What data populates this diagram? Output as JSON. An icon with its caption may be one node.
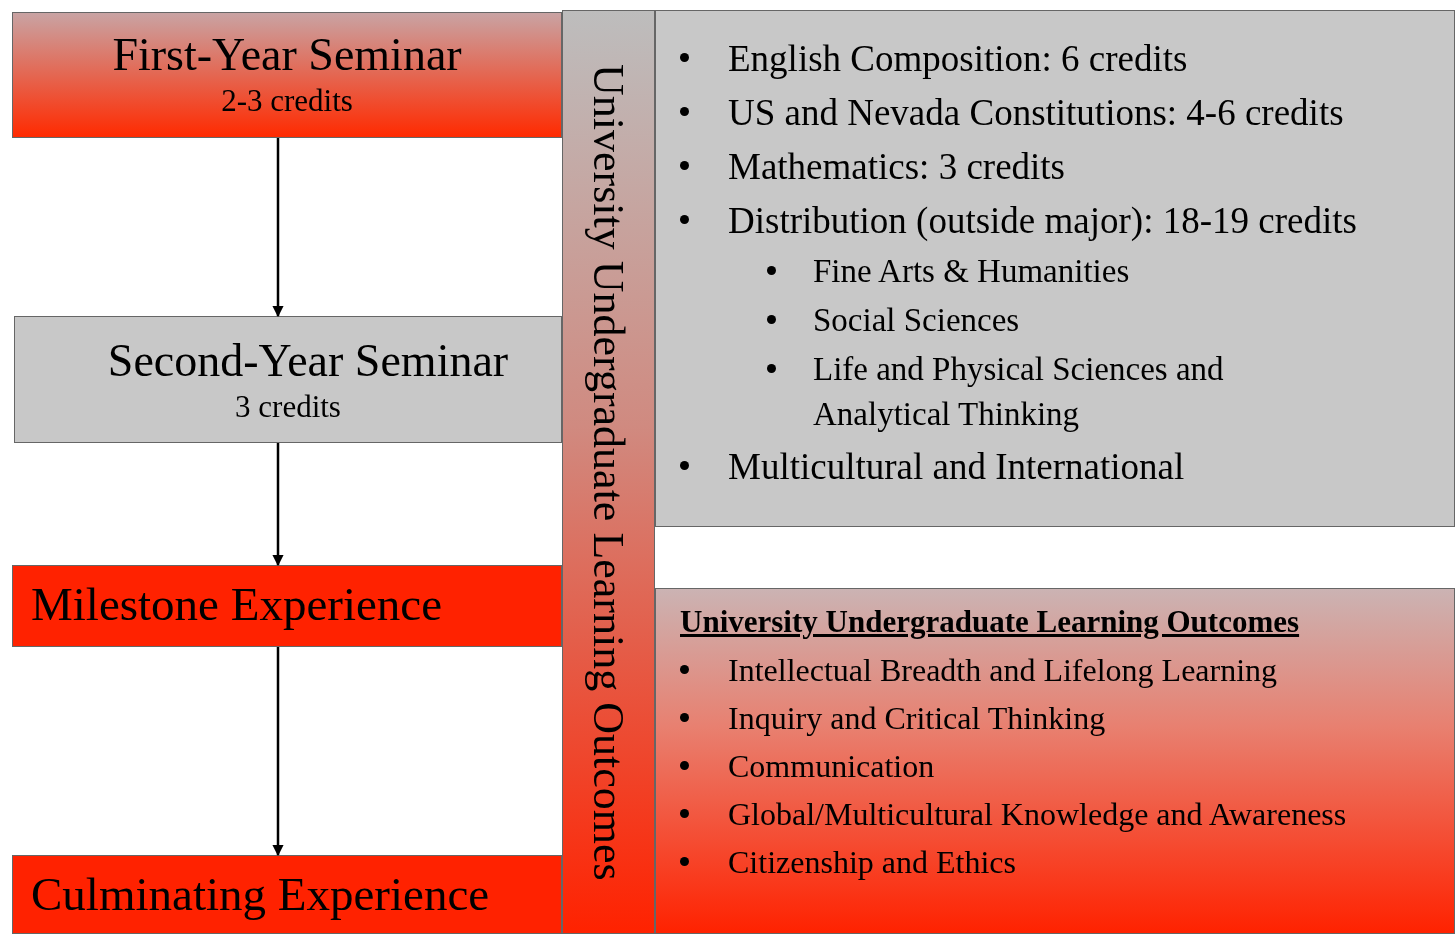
{
  "diagram": {
    "nodes": [
      {
        "text": [
          "First-Year Seminar",
          "2-3 credits"
        ]
      },
      {
        "text": [
          "Second-Year Seminar",
          "3 credits"
        ]
      },
      {
        "text": [
          "Milestone Experience"
        ]
      },
      {
        "text": [
          "Culminating Experience"
        ]
      },
      {
        "text": [
          "University Undergraduate Learning Outcomes"
        ]
      },
      {
        "text": [
          "English Composition: 6 credits",
          "US and Nevada Constitutions: 4-6 credits",
          "Mathematics: 3 credits",
          "Distribution (outside major): 18-19 credits",
          "Fine Arts & Humanities",
          "Social Sciences",
          "Life and Physical Sciences and Analytical Thinking",
          "Multicultural and International"
        ]
      },
      {
        "text": [
          "University Undergraduate Learning Outcomes",
          "Intellectual Breadth and Lifelong Learning",
          "Inquiry and Critical Thinking",
          "Communication",
          "Global/Multicultural Knowledge and Awareness",
          "Citizenship and Ethics"
        ]
      }
    ],
    "edges": [
      {
        "from": 0,
        "to": 1,
        "arrow": "to"
      },
      {
        "from": 1,
        "to": 2,
        "arrow": "to"
      },
      {
        "from": 2,
        "to": 3,
        "arrow": "to"
      }
    ]
  }
}
